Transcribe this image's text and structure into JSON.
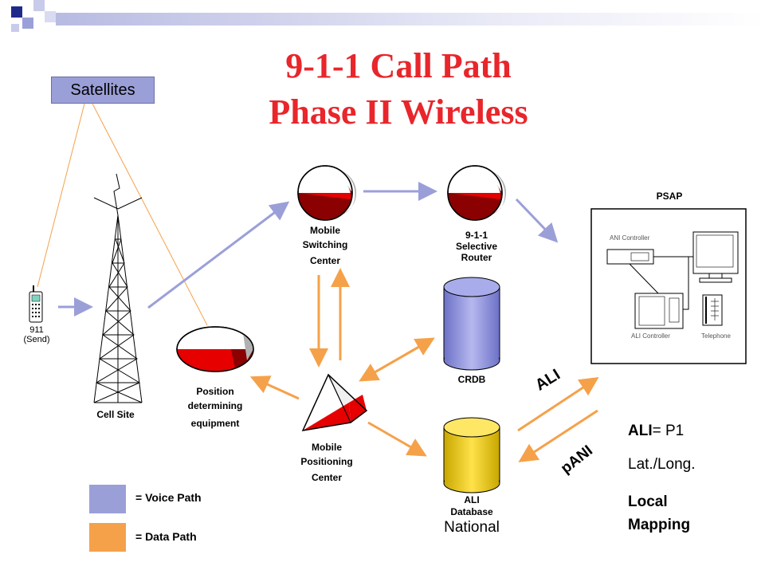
{
  "title": {
    "line1": "9-1-1 Call Path",
    "line2": "Phase II Wireless"
  },
  "nodes": {
    "satellites": "Satellites",
    "phone": {
      "line1": "911",
      "line2": "(Send)"
    },
    "cell_site": "Cell Site",
    "position_equipment": {
      "line1": "Position",
      "line2": "determining",
      "line3": "equipment"
    },
    "msc": {
      "line1": "Mobile",
      "line2": "Switching",
      "line3": "Center"
    },
    "selective_router": {
      "line1": "9-1-1",
      "line2": "Selective",
      "line3": "Router"
    },
    "crdb": "CRDB",
    "mpc": {
      "line1": "Mobile",
      "line2": "Positioning",
      "line3": "Center"
    },
    "ali_database": {
      "line1": "ALI",
      "line2": "Database",
      "line3": "National"
    },
    "psap": {
      "title": "PSAP",
      "ani_controller": "ANI Controller",
      "ali_controller": "ALI Controller",
      "telephone": "Telephone"
    }
  },
  "arrows": {
    "ali": "ALI",
    "pani": "pANI"
  },
  "info": {
    "ali_prefix": "ALI",
    "ali_suffix": "= P1",
    "latlong": "Lat./Long.",
    "local_mapping_1": "Local",
    "local_mapping_2": "Mapping"
  },
  "legend": {
    "voice": "= Voice Path",
    "data": "= Data Path"
  },
  "colors": {
    "voice": "#9b9fd8",
    "data": "#f5a14a",
    "title": "#e8262b",
    "red": "#e60000"
  }
}
